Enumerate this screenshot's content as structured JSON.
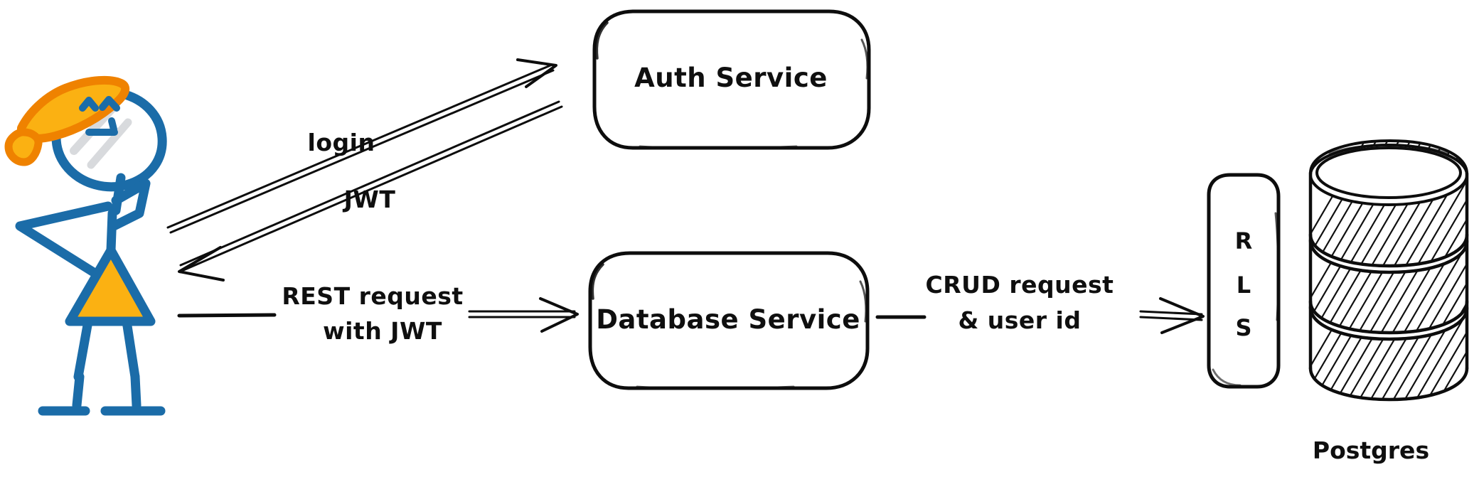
{
  "diagram": {
    "title": "Auth and database service flow with row level security",
    "background_color": "#ffffff",
    "ink_color": "#0d0d0d",
    "figure_blue": "#1b6ca8",
    "figure_orange_dark": "#ef8200",
    "figure_orange_light": "#fbb112"
  },
  "actor": {
    "name": "user-stick-figure",
    "label": ""
  },
  "nodes": [
    {
      "id": "auth-service",
      "label": "Auth Service",
      "shape": "rounded-rect"
    },
    {
      "id": "database-service",
      "label": "Database Service",
      "shape": "rounded-rect"
    },
    {
      "id": "rls",
      "label": "RLS",
      "letters": [
        "R",
        "L",
        "S"
      ],
      "shape": "vertical-rounded-rect"
    },
    {
      "id": "postgres",
      "label": "Postgres",
      "shape": "database-cylinder"
    }
  ],
  "edges": [
    {
      "id": "login-edge",
      "label": "login",
      "from": "user",
      "to": "auth-service",
      "direction": "forward"
    },
    {
      "id": "jwt-edge",
      "label": "JWT",
      "from": "auth-service",
      "to": "user",
      "direction": "forward"
    },
    {
      "id": "rest-edge",
      "label_line1": "REST request",
      "label_line2": "with JWT",
      "from": "user",
      "to": "database-service",
      "direction": "forward"
    },
    {
      "id": "crud-edge",
      "label_line1": "CRUD request",
      "label_line2": "& user id",
      "from": "database-service",
      "to": "rls",
      "direction": "forward"
    }
  ],
  "captions": {
    "postgres": "Postgres"
  }
}
